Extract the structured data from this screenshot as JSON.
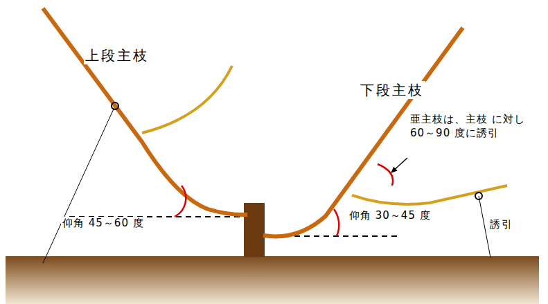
{
  "diagram": {
    "labels": [
      "上段主枝",
      "下段主枝",
      "亜主枝は、主枝 に対し 60～90 度に誘引",
      "仰角 45～60 度",
      "仰角 30～45 度",
      "誘引"
    ]
  }
}
